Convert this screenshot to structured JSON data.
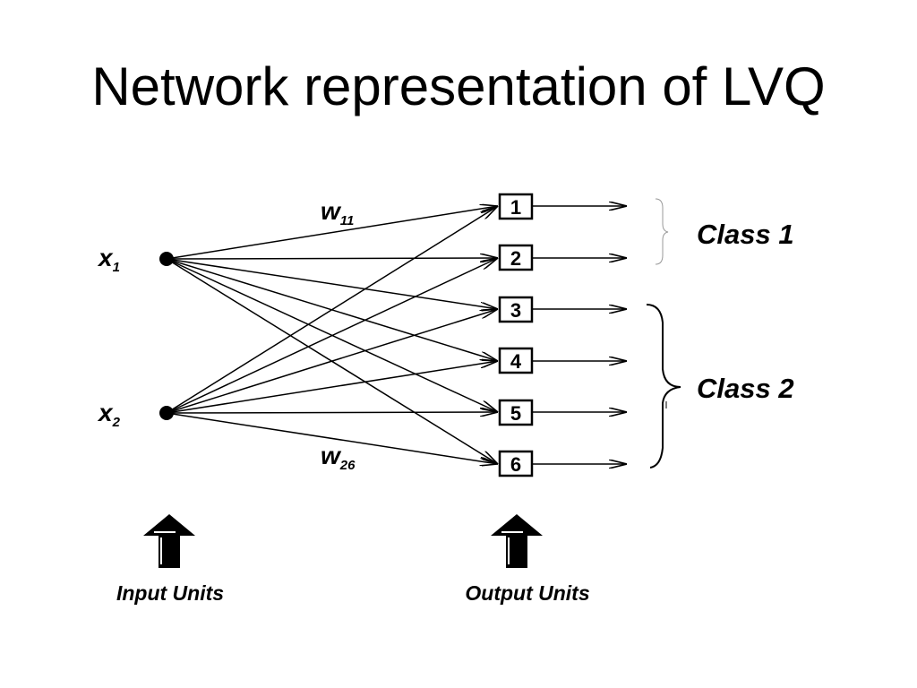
{
  "slide": {
    "title": "Network representation of LVQ"
  },
  "diagram": {
    "inputs": [
      {
        "name": "x",
        "sub": "1"
      },
      {
        "name": "x",
        "sub": "2"
      }
    ],
    "outputs": [
      "1",
      "2",
      "3",
      "4",
      "5",
      "6"
    ],
    "weight_labels": [
      {
        "name": "w",
        "sub": "11"
      },
      {
        "name": "w",
        "sub": "26"
      }
    ],
    "classes": [
      {
        "label": "Class 1",
        "output_units": [
          "1",
          "2"
        ]
      },
      {
        "label": "Class 2",
        "output_units": [
          "3",
          "4",
          "5",
          "6"
        ]
      }
    ],
    "captions": {
      "input_units": "Input Units",
      "output_units": "Output Units"
    },
    "connections": "full"
  }
}
